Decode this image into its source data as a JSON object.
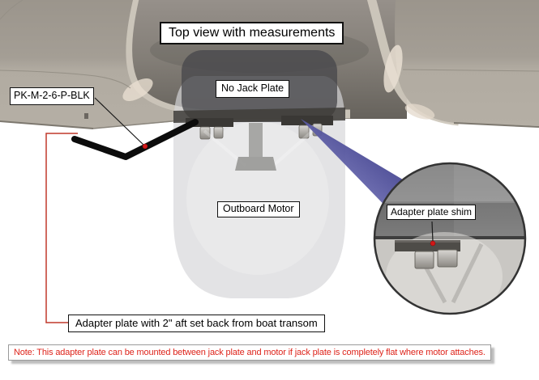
{
  "title": {
    "label": "Top view with measurements"
  },
  "labels": {
    "part_number": "PK-M-2-6-P-BLK",
    "no_jack_plate": "No Jack Plate",
    "outboard_motor": "Outboard Motor",
    "adapter_plate_shim": "Adapter plate shim",
    "setback": "Adapter plate with 2\" aft set back from boat transom"
  },
  "note": {
    "text": "Note: This adapter plate can be mounted between jack plate and motor if jack plate is completely flat where motor attaches."
  },
  "colors": {
    "hull_deck": "#a8a299",
    "hull_rim_highlight": "#cfc8bd",
    "splashwell": "#86817a",
    "adapter_plate_line": "#0c0c0c",
    "connector_red": "#c0392b",
    "marker_dot_red": "#d01818",
    "zoom_wedge_blue": "#1a1a6e",
    "note_text_red": "#de241b"
  }
}
